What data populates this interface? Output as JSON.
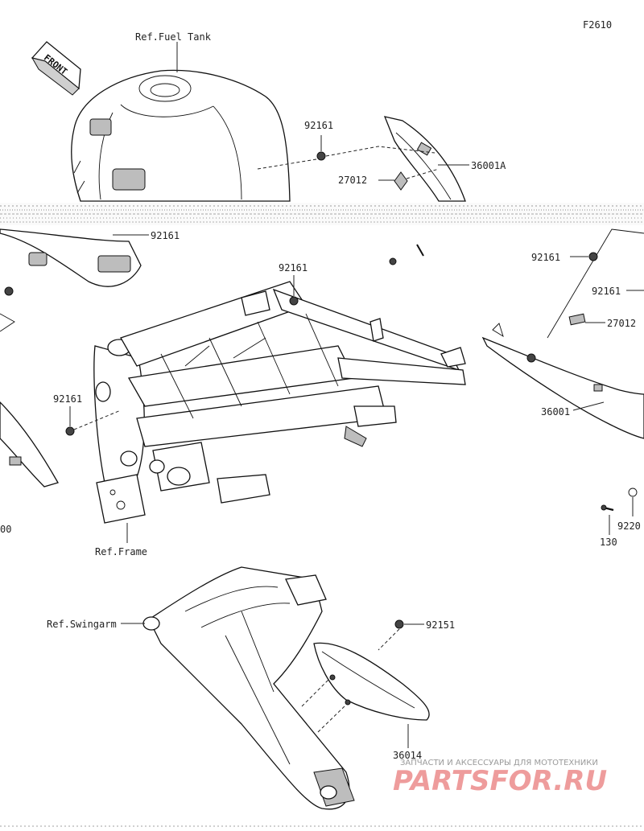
{
  "figure_code": "F2610",
  "front_marker": "FRONT",
  "references": {
    "fuel_tank": "Ref.Fuel Tank",
    "frame": "Ref.Frame",
    "swingarm": "Ref.Swingarm"
  },
  "callouts": {
    "p92161_top": "92161",
    "p36001a": "36001A",
    "p27012_top": "27012",
    "p92161_left": "92161",
    "p92161_mid": "92161",
    "p92161_lower": "92161",
    "p92161_right1": "92161",
    "p92161_right2": "92161",
    "p27012_right": "27012",
    "p36001": "36001",
    "p130": "130",
    "p9220": "9220",
    "p92151": "92151",
    "p36014": "36014",
    "p00_left": "00"
  },
  "watermark": {
    "subtitle": "ЗАПЧАСТИ И АКСЕССУАРЫ ДЛЯ МОТОТЕХНИКИ",
    "brand": "PARTSFOR.RU"
  },
  "colors": {
    "line": "#222222",
    "watermark_red": "#e04a4a",
    "watermark_gray": "#9a9a9a"
  }
}
